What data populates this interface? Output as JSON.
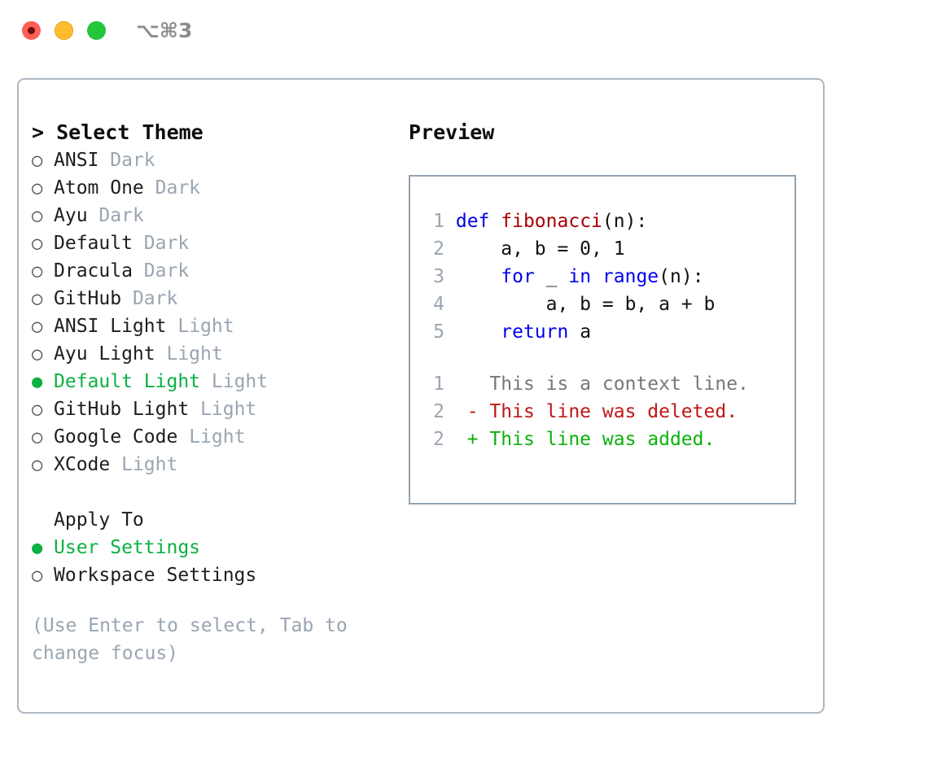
{
  "titlebar": {
    "shortcut": "⌥⌘3",
    "buttons": [
      "close",
      "minimize",
      "maximize"
    ]
  },
  "theme_panel": {
    "header": "> Select Theme",
    "items": [
      {
        "marker": "○",
        "name": "ANSI",
        "suffix": "Dark",
        "selected": false
      },
      {
        "marker": "○",
        "name": "Atom One",
        "suffix": "Dark",
        "selected": false
      },
      {
        "marker": "○",
        "name": "Ayu",
        "suffix": "Dark",
        "selected": false
      },
      {
        "marker": "○",
        "name": "Default",
        "suffix": "Dark",
        "selected": false
      },
      {
        "marker": "○",
        "name": "Dracula",
        "suffix": "Dark",
        "selected": false
      },
      {
        "marker": "○",
        "name": "GitHub",
        "suffix": "Dark",
        "selected": false
      },
      {
        "marker": "○",
        "name": "ANSI Light",
        "suffix": "Light",
        "selected": false
      },
      {
        "marker": "○",
        "name": "Ayu Light",
        "suffix": "Light",
        "selected": false
      },
      {
        "marker": "●",
        "name": "Default Light",
        "suffix": "Light",
        "selected": true
      },
      {
        "marker": "○",
        "name": "GitHub Light",
        "suffix": "Light",
        "selected": false
      },
      {
        "marker": "○",
        "name": "Google Code",
        "suffix": "Light",
        "selected": false
      },
      {
        "marker": "○",
        "name": "XCode",
        "suffix": "Light",
        "selected": false
      }
    ],
    "apply_to": {
      "header": "Apply To",
      "options": [
        {
          "marker": "●",
          "label": "User Settings",
          "selected": true
        },
        {
          "marker": "○",
          "label": "Workspace Settings",
          "selected": false
        }
      ]
    },
    "hint": "(Use Enter to select, Tab to change focus)"
  },
  "preview": {
    "title": "Preview",
    "code_lines": [
      {
        "lno": "1",
        "tokens": [
          {
            "t": "def",
            "c": "kw"
          },
          {
            "t": " ",
            "c": "plain"
          },
          {
            "t": "fibonacci",
            "c": "fn"
          },
          {
            "t": "(n):",
            "c": "plain"
          }
        ]
      },
      {
        "lno": "2",
        "tokens": [
          {
            "t": "    a, b = 0, 1",
            "c": "plain"
          }
        ]
      },
      {
        "lno": "3",
        "tokens": [
          {
            "t": "    ",
            "c": "plain"
          },
          {
            "t": "for",
            "c": "kw"
          },
          {
            "t": " _ ",
            "c": "plain"
          },
          {
            "t": "in",
            "c": "kw"
          },
          {
            "t": " ",
            "c": "plain"
          },
          {
            "t": "range",
            "c": "kw"
          },
          {
            "t": "(n):",
            "c": "plain"
          }
        ]
      },
      {
        "lno": "4",
        "tokens": [
          {
            "t": "        a, b = b, a + b",
            "c": "plain"
          }
        ]
      },
      {
        "lno": "5",
        "tokens": [
          {
            "t": "    ",
            "c": "plain"
          },
          {
            "t": "return",
            "c": "kw"
          },
          {
            "t": " a",
            "c": "plain"
          }
        ]
      }
    ],
    "diff_lines": [
      {
        "lno": "1",
        "tokens": [
          {
            "t": "   This is a context line.",
            "c": "ctx"
          }
        ]
      },
      {
        "lno": "2",
        "tokens": [
          {
            "t": " - This line was deleted.",
            "c": "del"
          }
        ]
      },
      {
        "lno": "2",
        "tokens": [
          {
            "t": " + This line was added.",
            "c": "add"
          }
        ]
      }
    ]
  },
  "colors": {
    "accent_green": "#0bb142",
    "muted": "#9aa5b1",
    "keyword_blue": "#0000ee",
    "function_red": "#a80000",
    "diff_deleted": "#c01616",
    "diff_added": "#0bb10b",
    "panel_border": "#aeb7c2",
    "preview_border": "#94a3b0",
    "dot_red": "#ff5f57",
    "dot_yellow": "#ffbd2e",
    "dot_green": "#24c63c"
  }
}
